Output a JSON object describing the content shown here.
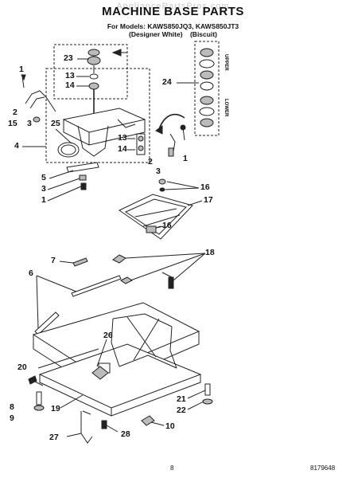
{
  "header": {
    "watermark": "AppliancePartsPros.com",
    "title": "MACHINE BASE PARTS",
    "models_line1": "For Models: KAWS850JQ3, KAWS850JT3",
    "models_line2": "(Designer White)    (Biscuit)"
  },
  "side_labels": {
    "upper": "UPPER",
    "lower": "LOWER"
  },
  "callouts": [
    {
      "id": "c1a",
      "text": "1"
    },
    {
      "id": "c2a",
      "text": "2"
    },
    {
      "id": "c15",
      "text": "15"
    },
    {
      "id": "c3a",
      "text": "3"
    },
    {
      "id": "c25",
      "text": "25"
    },
    {
      "id": "c4",
      "text": "4"
    },
    {
      "id": "c5",
      "text": "5"
    },
    {
      "id": "c3b",
      "text": "3"
    },
    {
      "id": "c1b",
      "text": "1"
    },
    {
      "id": "c23",
      "text": "23"
    },
    {
      "id": "c13a",
      "text": "13"
    },
    {
      "id": "c14a",
      "text": "14"
    },
    {
      "id": "c24",
      "text": "24"
    },
    {
      "id": "c13b",
      "text": "13"
    },
    {
      "id": "c14b",
      "text": "14"
    },
    {
      "id": "c2b",
      "text": "2"
    },
    {
      "id": "c3c",
      "text": "3"
    },
    {
      "id": "c1c",
      "text": "1"
    },
    {
      "id": "c16a",
      "text": "16"
    },
    {
      "id": "c17",
      "text": "17"
    },
    {
      "id": "c16b",
      "text": "16"
    },
    {
      "id": "c7",
      "text": "7"
    },
    {
      "id": "c18",
      "text": "18"
    },
    {
      "id": "c6",
      "text": "6"
    },
    {
      "id": "c26",
      "text": "26"
    },
    {
      "id": "c20",
      "text": "20"
    },
    {
      "id": "c8",
      "text": "8"
    },
    {
      "id": "c9",
      "text": "9"
    },
    {
      "id": "c19",
      "text": "19"
    },
    {
      "id": "c21",
      "text": "21"
    },
    {
      "id": "c22",
      "text": "22"
    },
    {
      "id": "c10",
      "text": "10"
    },
    {
      "id": "c27",
      "text": "27"
    },
    {
      "id": "c28",
      "text": "28"
    }
  ],
  "footer": {
    "page_number": "8",
    "part_number": "8179648"
  }
}
